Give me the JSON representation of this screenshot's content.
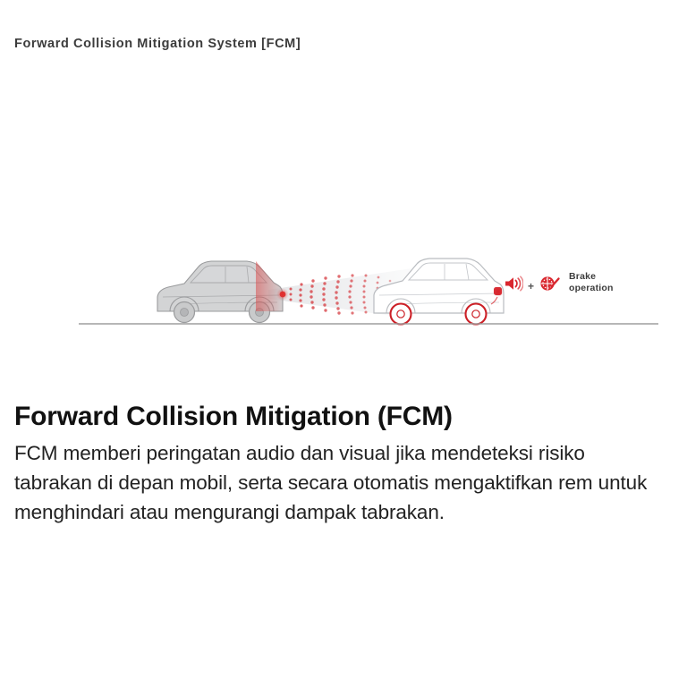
{
  "page": {
    "background_color": "#ffffff"
  },
  "header": {
    "label": "Forward Collision Mitigation System [FCM]"
  },
  "illustration": {
    "name": "fcm-diagram",
    "rear_vehicle": {
      "name": "following-vehicle-gray",
      "body_color": "#bdbdbd",
      "outline_color": "#9a9a9a",
      "sensor_glow_color": "#e03030"
    },
    "front_vehicle": {
      "name": "lead-vehicle-outline",
      "outline_color": "#b9bcc0",
      "brake_wheel_color": "#cc2027",
      "sensor_dot_color": "#d62027"
    },
    "radar": {
      "name": "radar-wave-cone",
      "dot_color": "#d8454a",
      "cone_color": "#e9eaec",
      "wave_count": 11
    },
    "ground_line": {
      "color": "#9e9e9e"
    }
  },
  "callout": {
    "audio_icon": "speaker-icon",
    "plus": "+",
    "brake_icon": "brake-warning-icon",
    "accent_color": "#d9262e",
    "label_line_1": "Brake",
    "label_line_2": "operation"
  },
  "content": {
    "title": "Forward Collision Mitigation (FCM)",
    "body": "FCM memberi peringatan audio dan visual jika mendeteksi risiko tabrakan di depan mobil, serta secara otomatis mengaktifkan rem untuk menghindari atau mengurangi dampak tabrakan."
  }
}
